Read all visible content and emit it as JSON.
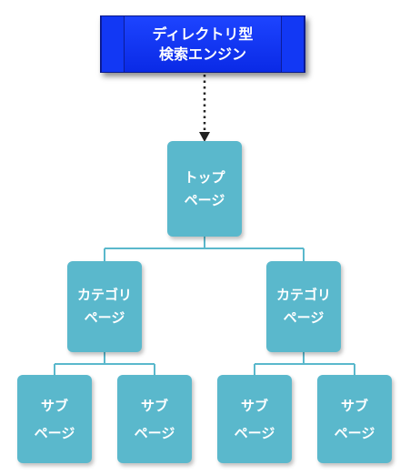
{
  "engine": {
    "line1": "ディレクトリ型",
    "line2": "検索エンジン",
    "fill": "#1d44ff"
  },
  "nodes": {
    "top": {
      "line1": "トップ",
      "line2": "ページ"
    },
    "category_left": {
      "line1": "カテゴリ",
      "line2": "ページ"
    },
    "category_right": {
      "line1": "カテゴリ",
      "line2": "ページ"
    },
    "sub_1": {
      "line1": "サブ",
      "line2": "ページ"
    },
    "sub_2": {
      "line1": "サブ",
      "line2": "ページ"
    },
    "sub_3": {
      "line1": "サブ",
      "line2": "ページ"
    },
    "sub_4": {
      "line1": "サブ",
      "line2": "ページ"
    }
  },
  "colors": {
    "node_fill": "#5ab8cc",
    "connector": "#5ab8cc",
    "arrow": "#222222"
  }
}
